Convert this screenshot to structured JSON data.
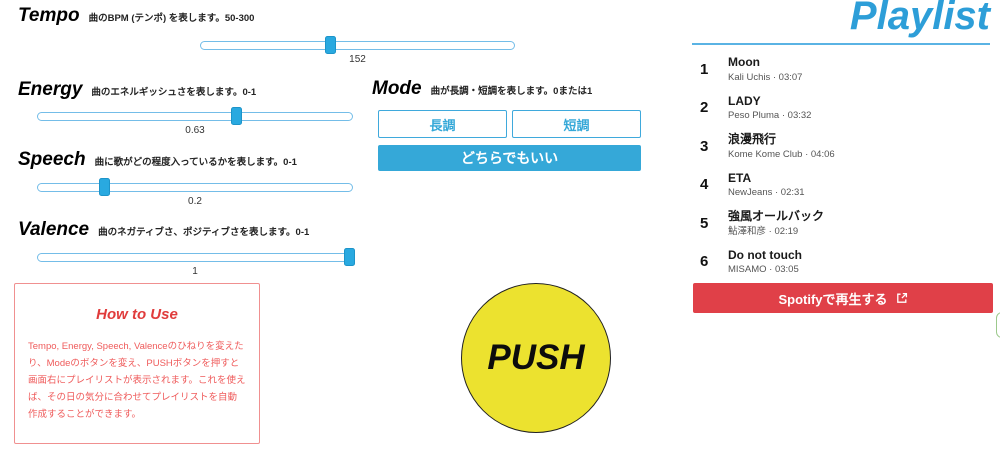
{
  "sliders": [
    {
      "label": "Tempo",
      "description": "曲のBPM (テンポ) を表します。50-300",
      "value": "152",
      "fraction": 0.408
    },
    {
      "label": "Energy",
      "description": "曲のエネルギッシュさを表します。0-1",
      "value": "0.63",
      "fraction": 0.63
    },
    {
      "label": "Speech",
      "description": "曲に歌がどの程度入っているかを表します。0-1",
      "value": "0.2",
      "fraction": 0.2
    },
    {
      "label": "Valence",
      "description": "曲のネガティブさ、ポジティブさを表します。0-1",
      "value": "1",
      "fraction": 1.0
    }
  ],
  "mode": {
    "label": "Mode",
    "description": "曲が長調・短調を表します。0または1",
    "major_label": "長調",
    "minor_label": "短調",
    "either_label": "どちらでもいい",
    "selected": "either"
  },
  "how_to_use": {
    "title": "How to Use",
    "body": "Tempo, Energy, Speech, Valenceのひねりを変えたり、Modeのボタンを変え、PUSHボタンを押すと画面右にプレイリストが表示されます。これを使えば、その日の気分に合わせてプレイリストを自動作成することができます。"
  },
  "push_button": {
    "label": "PUSH"
  },
  "playlist": {
    "title": "Playlist",
    "meta_separator": " · ",
    "tracks": [
      {
        "number": "1",
        "title": "Moon",
        "artist": "Kali Uchis",
        "duration": "03:07"
      },
      {
        "number": "2",
        "title": "LADY",
        "artist": "Peso Pluma",
        "duration": "03:32"
      },
      {
        "number": "3",
        "title": "浪漫飛行",
        "artist": "Kome Kome Club",
        "duration": "04:06"
      },
      {
        "number": "4",
        "title": "ETA",
        "artist": "NewJeans",
        "duration": "02:31"
      },
      {
        "number": "5",
        "title": "強風オールバック",
        "artist": "鮎澤和彦",
        "duration": "02:19"
      },
      {
        "number": "6",
        "title": "Do not touch",
        "artist": "MISAMO",
        "duration": "03:05"
      }
    ],
    "spotify_button_label": "Spotifyで再生する",
    "spotify_button_icon": "external-link"
  },
  "colors": {
    "accent_blue": "#35a8d8",
    "slider_thumb_blue": "#29a9e0",
    "playlist_title_blue": "#2d9ed8",
    "spotify_red": "#e04048",
    "howto_red": "#ef5b5b",
    "push_yellow": "#ece22f"
  }
}
